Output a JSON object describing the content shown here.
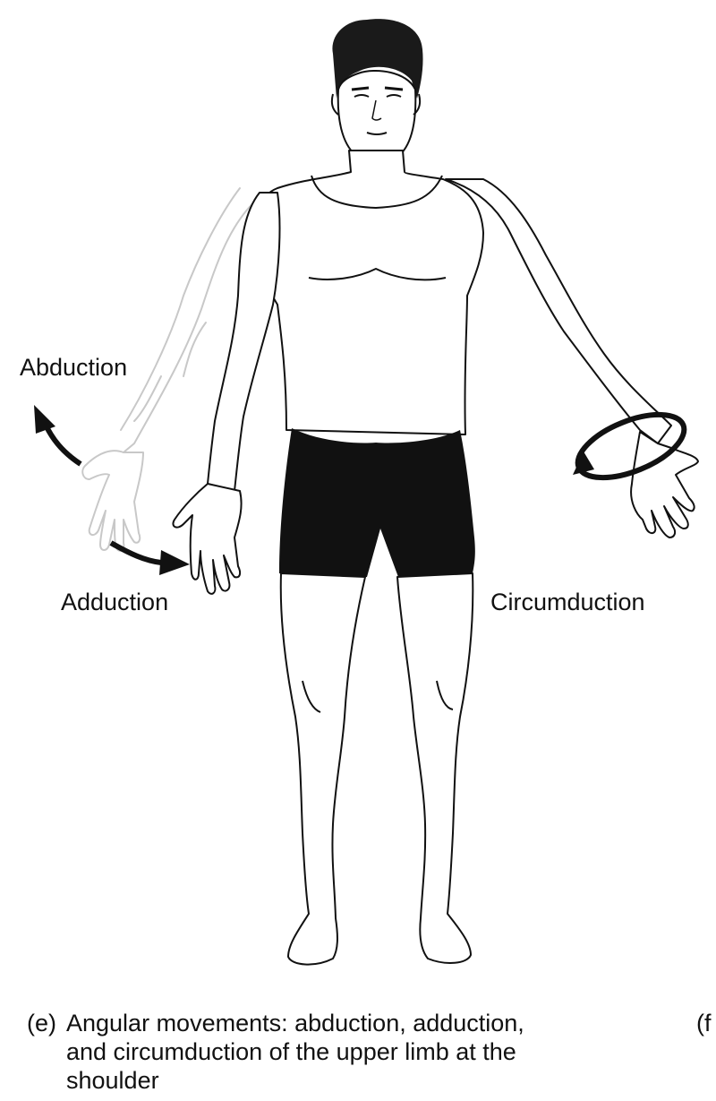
{
  "labels": {
    "abduction": "Abduction",
    "adduction": "Adduction",
    "circumduction": "Circumduction"
  },
  "caption": {
    "prefix": "(e)",
    "line1": "Angular movements: abduction, adduction,",
    "line2": "and circumduction of the upper limb at the",
    "line3": "shoulder"
  },
  "next_panel_prefix": "(f"
}
